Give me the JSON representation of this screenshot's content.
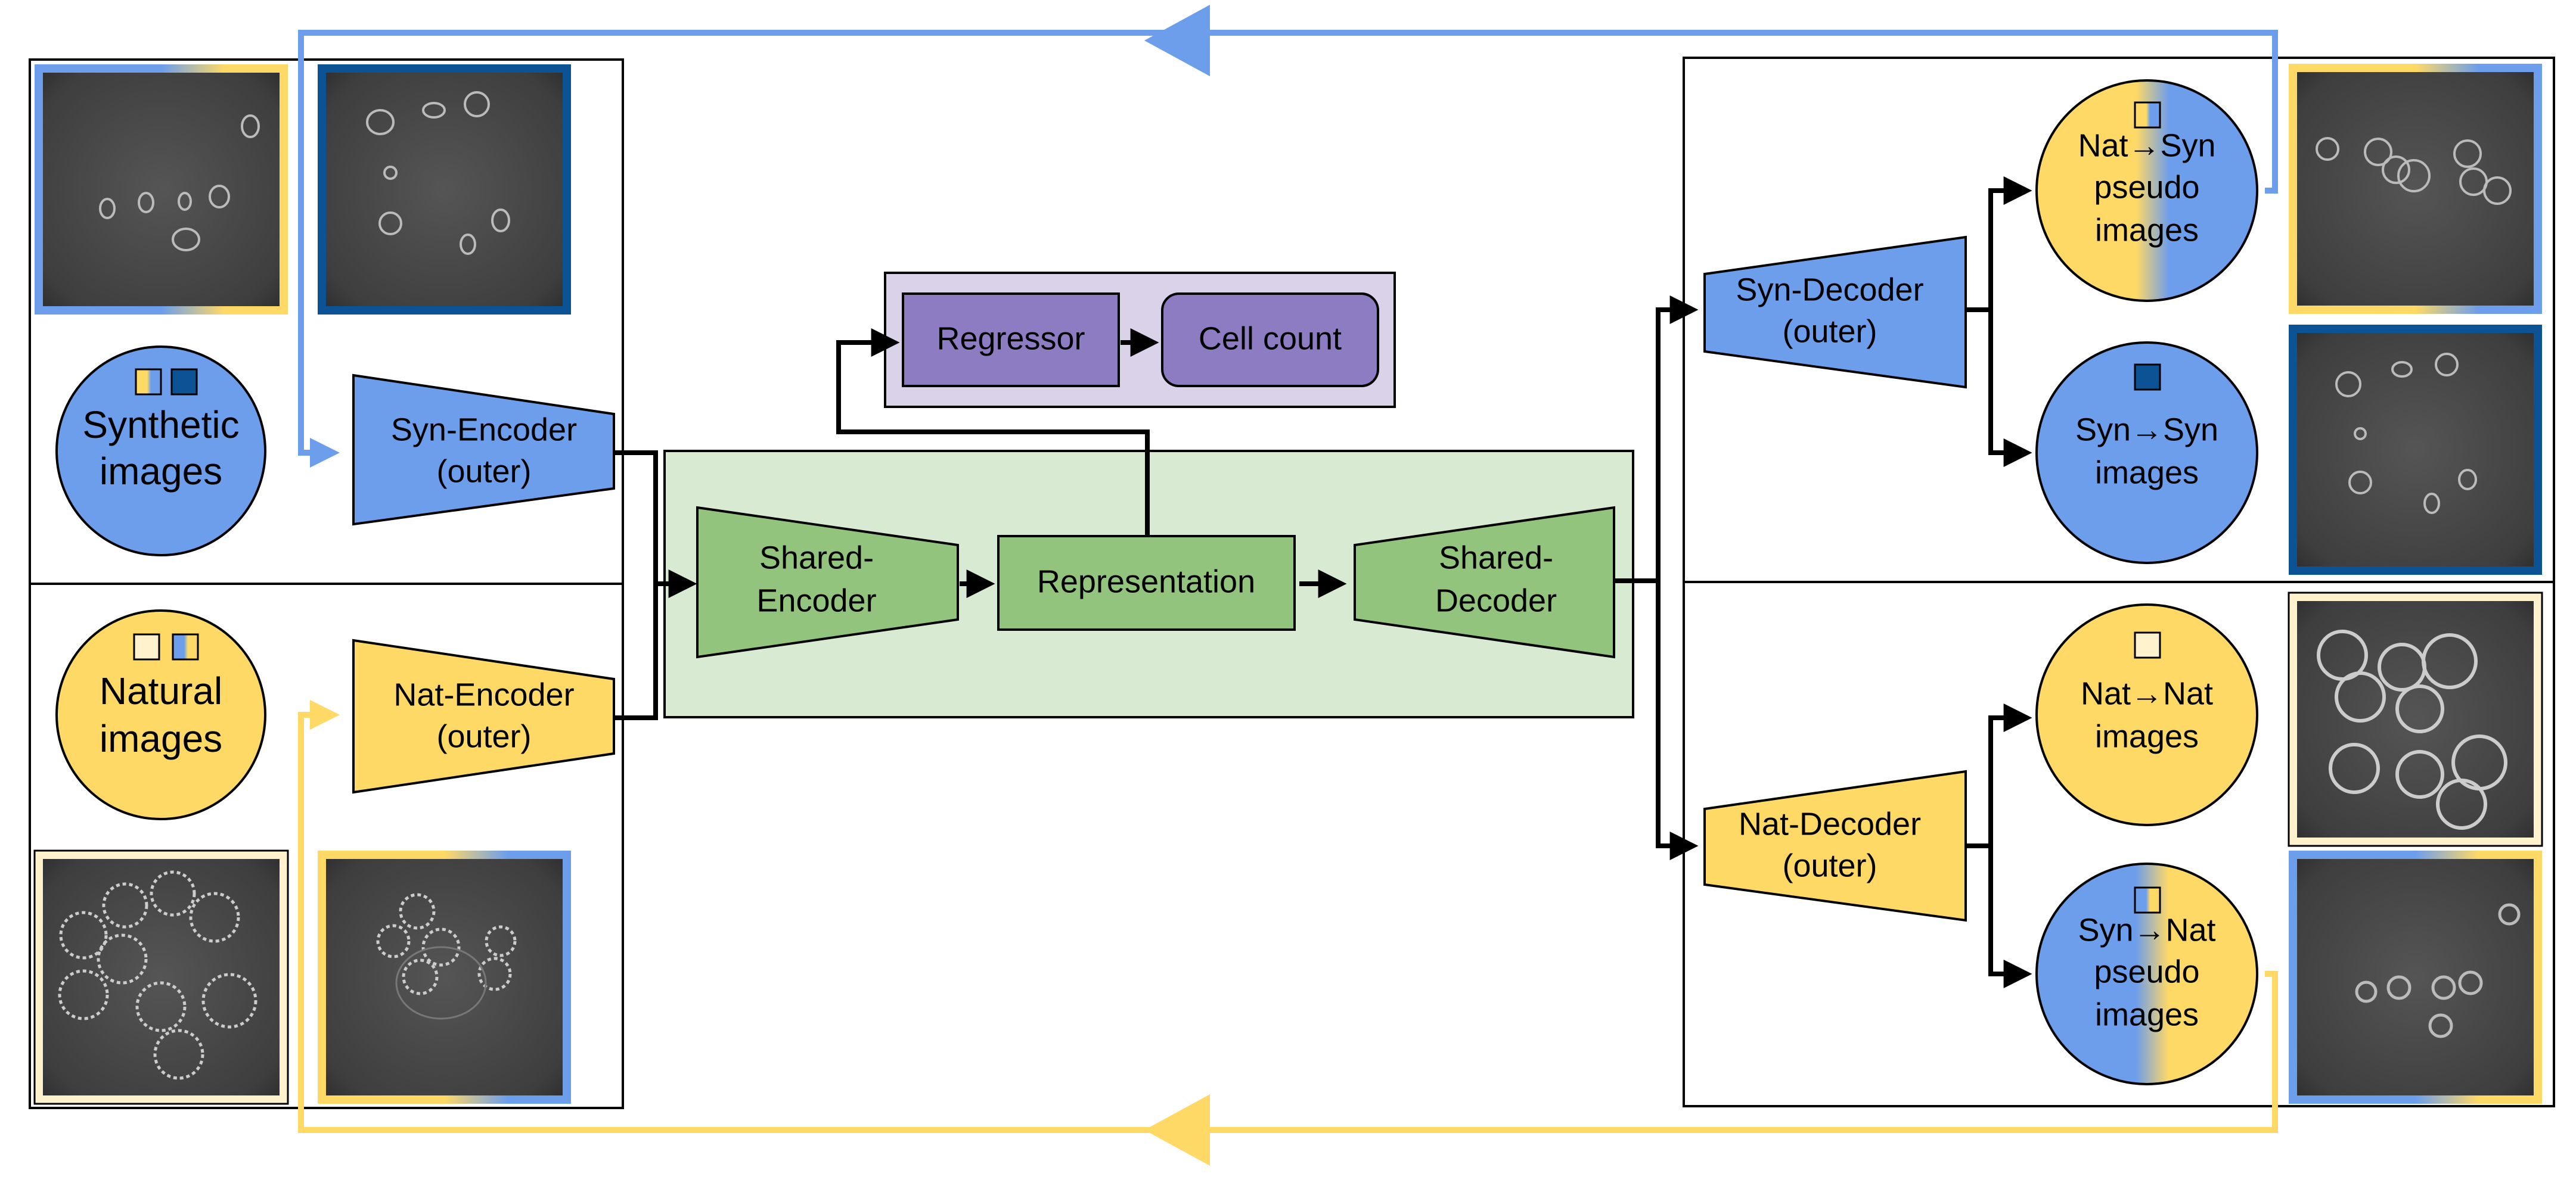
{
  "nodes": {
    "synthetic_images": [
      "Synthetic",
      "images"
    ],
    "natural_images": [
      "Natural",
      "images"
    ],
    "syn_encoder": [
      "Syn-Encoder",
      "(outer)"
    ],
    "nat_encoder": [
      "Nat-Encoder",
      "(outer)"
    ],
    "shared_encoder": [
      "Shared-",
      "Encoder"
    ],
    "representation": "Representation",
    "shared_decoder": [
      "Shared-",
      "Decoder"
    ],
    "regressor": "Regressor",
    "cell_count": "Cell count",
    "syn_decoder": [
      "Syn-Decoder",
      "(outer)"
    ],
    "nat_decoder": [
      "Nat-Decoder",
      "(outer)"
    ],
    "nat_syn_pseudo": [
      "Nat→Syn",
      "pseudo",
      "images"
    ],
    "syn_syn": [
      "Syn→Syn",
      "images"
    ],
    "nat_nat": [
      "Nat→Nat",
      "images"
    ],
    "syn_nat_pseudo": [
      "Syn→Nat",
      "pseudo",
      "images"
    ]
  },
  "colors": {
    "synthetic_blue": "#6d9eeb",
    "natural_yellow": "#ffd966",
    "dark_blue": "#0b5394",
    "pale_yellow": "#fff2cc",
    "shared_green": "#93c47d",
    "shared_bg": "#d9ead3",
    "regressor_purple": "#8e7cc3",
    "regressor_bg": "#d9d2e9",
    "arrow_blue": "#6d9eeb",
    "arrow_yellow": "#ffd966"
  },
  "icons": {
    "cell_image_thumbnail": "microscopy-cell-image-icon",
    "domain_swatch": "domain-color-swatch-icon"
  }
}
